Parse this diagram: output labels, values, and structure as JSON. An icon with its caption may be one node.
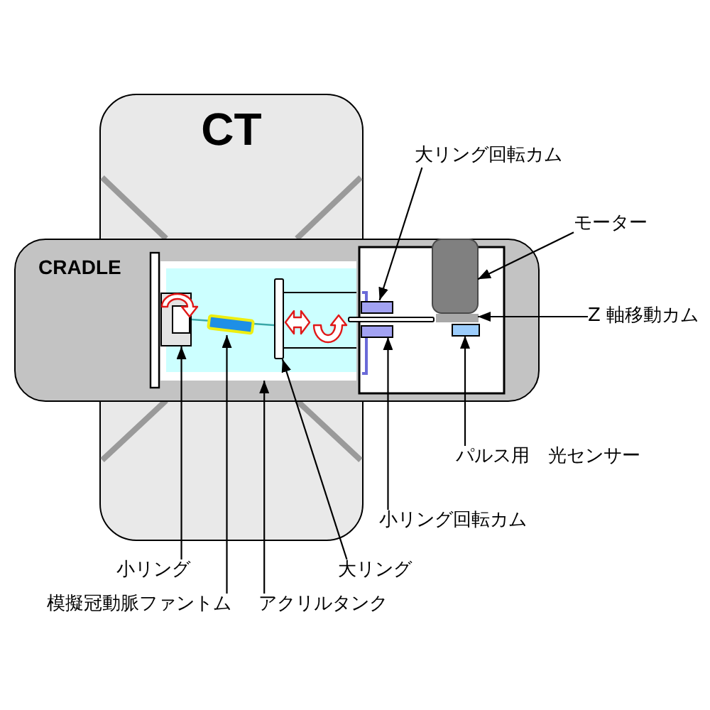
{
  "diagram": {
    "nodes": [
      {
        "text": [
          "CT"
        ]
      },
      {
        "text": [
          "CRADLE"
        ]
      },
      {
        "text": [],
        "shape": "box"
      },
      {
        "text": [],
        "shape": "box",
        "in": 2
      },
      {
        "text": [],
        "shape": "bar",
        "in": 2
      },
      {
        "text": [],
        "shape": "bar",
        "in": 2
      },
      {
        "text": [],
        "shape": "box",
        "in": 1
      },
      {
        "text": [],
        "shape": "box",
        "in": 1
      },
      {
        "text": [],
        "shape": "box",
        "in": 1
      },
      {
        "text": [],
        "shape": "box",
        "in": 1
      },
      {
        "text": [],
        "shape": "box",
        "in": 1
      },
      {
        "text": [],
        "shape": "bar",
        "in": 1
      },
      {
        "text": [
          "大リング回転カム"
        ]
      },
      {
        "text": [
          "モーター"
        ]
      },
      {
        "text": [
          "Z 軸移動カム"
        ]
      },
      {
        "text": [
          "パルス用　光センサー"
        ]
      },
      {
        "text": [
          "小リング回転カム"
        ]
      },
      {
        "text": [
          "大リング"
        ]
      },
      {
        "text": [
          "小リング"
        ]
      },
      {
        "text": [
          "模擬冠動脈ファントム"
        ]
      },
      {
        "text": [
          "アクリルタンク"
        ]
      }
    ],
    "edges": [
      {
        "from": 12,
        "to": 6,
        "arrow": "to"
      },
      {
        "from": 13,
        "to": 8,
        "arrow": "to"
      },
      {
        "from": 14,
        "to": 9,
        "arrow": "to"
      },
      {
        "from": 15,
        "to": 10,
        "arrow": "to"
      },
      {
        "from": 16,
        "to": 7,
        "arrow": "to"
      },
      {
        "from": 17,
        "to": 5,
        "arrow": "to"
      },
      {
        "from": 18,
        "to": 3,
        "arrow": "to"
      },
      {
        "from": 19,
        "to": 4,
        "arrow": "to"
      },
      {
        "from": 20,
        "to": 2,
        "arrow": "to"
      }
    ]
  }
}
